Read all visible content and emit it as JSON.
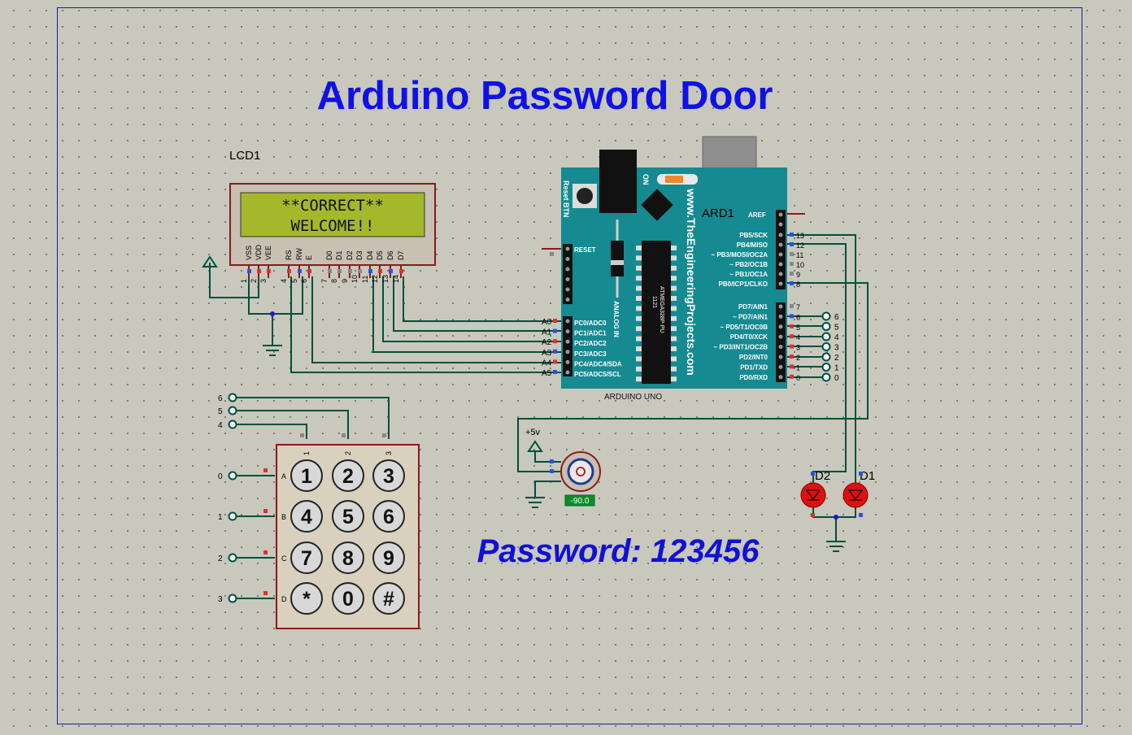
{
  "title": "Arduino Password Door",
  "password_label": "Password: 123456",
  "lcd": {
    "ref": "LCD1",
    "line1": "**CORRECT**",
    "line2": "WELCOME!!",
    "pin_names": [
      "VSS",
      "VDD",
      "VEE",
      "RS",
      "RW",
      "E",
      "D0",
      "D1",
      "D2",
      "D3",
      "D4",
      "D5",
      "D6",
      "D7"
    ],
    "pin_numbers": [
      "1",
      "2",
      "3",
      "4",
      "5",
      "6",
      "7",
      "8",
      "9",
      "10",
      "11",
      "12",
      "13",
      "14"
    ]
  },
  "arduino": {
    "ref": "ARD1",
    "board_name": "ARDUINO UNO",
    "website": "www.TheEngineeringProjects.com",
    "reset_btn": "Reset BTN",
    "on_label": "ON",
    "reset_label": "RESET",
    "analog_in": "ANALOG IN",
    "chip_code": "1121",
    "chip_name": "ATMEGA328P-PU",
    "aref": "AREF",
    "digital_pins_high": [
      {
        "num": "13",
        "name": "PB5/SCK"
      },
      {
        "num": "12",
        "name": "PB4/MISO"
      },
      {
        "num": "11",
        "name": "~ PB3/MOSI/OC2A"
      },
      {
        "num": "10",
        "name": "~ PB2/OC1B"
      },
      {
        "num": "9",
        "name": "~ PB1/OC1A"
      },
      {
        "num": "8",
        "name": "PB0/ICP1/CLKO"
      }
    ],
    "digital_pins_low": [
      {
        "num": "7",
        "name": "PD7/AIN1"
      },
      {
        "num": "6",
        "name": "~ PD7/AIN1"
      },
      {
        "num": "5",
        "name": "~ PD5/T1/OC0B"
      },
      {
        "num": "4",
        "name": "PD4/T0/XCK"
      },
      {
        "num": "3",
        "name": "~ PD3/INT1/OC2B"
      },
      {
        "num": "2",
        "name": "PD2/INT0"
      },
      {
        "num": "1",
        "name": "PD1/TXD"
      },
      {
        "num": "0",
        "name": "PD0/RXD"
      }
    ],
    "analog_pins": [
      {
        "num": "A0",
        "name": "PC0/ADC0"
      },
      {
        "num": "A1",
        "name": "PC1/ADC1"
      },
      {
        "num": "A2",
        "name": "PC2/ADC2"
      },
      {
        "num": "A3",
        "name": "PC3/ADC3"
      },
      {
        "num": "A4",
        "name": "PC4/ADC4/SDA"
      },
      {
        "num": "A5",
        "name": "PC5/ADC5/SCL"
      }
    ],
    "terminal_labels": [
      "6",
      "5",
      "4",
      "3",
      "2",
      "1",
      "0"
    ]
  },
  "keypad": {
    "keys": [
      "1",
      "2",
      "3",
      "4",
      "5",
      "6",
      "7",
      "8",
      "9",
      "*",
      "0",
      "#"
    ],
    "row_labels": [
      "A",
      "B",
      "C",
      "D"
    ],
    "col_labels": [
      "1",
      "2",
      "3"
    ],
    "row_terminals": [
      "0",
      "1",
      "2",
      "3"
    ],
    "col_terminals": [
      "6",
      "5",
      "4"
    ]
  },
  "motor": {
    "supply": "+5v",
    "angle": "-90.0"
  },
  "leds": {
    "d1": "D1",
    "d2": "D2"
  },
  "colors": {
    "title": "#1010e8",
    "wire": "#00503c",
    "component_border": "#8b1a1a",
    "lcd_screen": "#a4b82c",
    "arduino_board": "#168a91",
    "led": "#e01010"
  }
}
